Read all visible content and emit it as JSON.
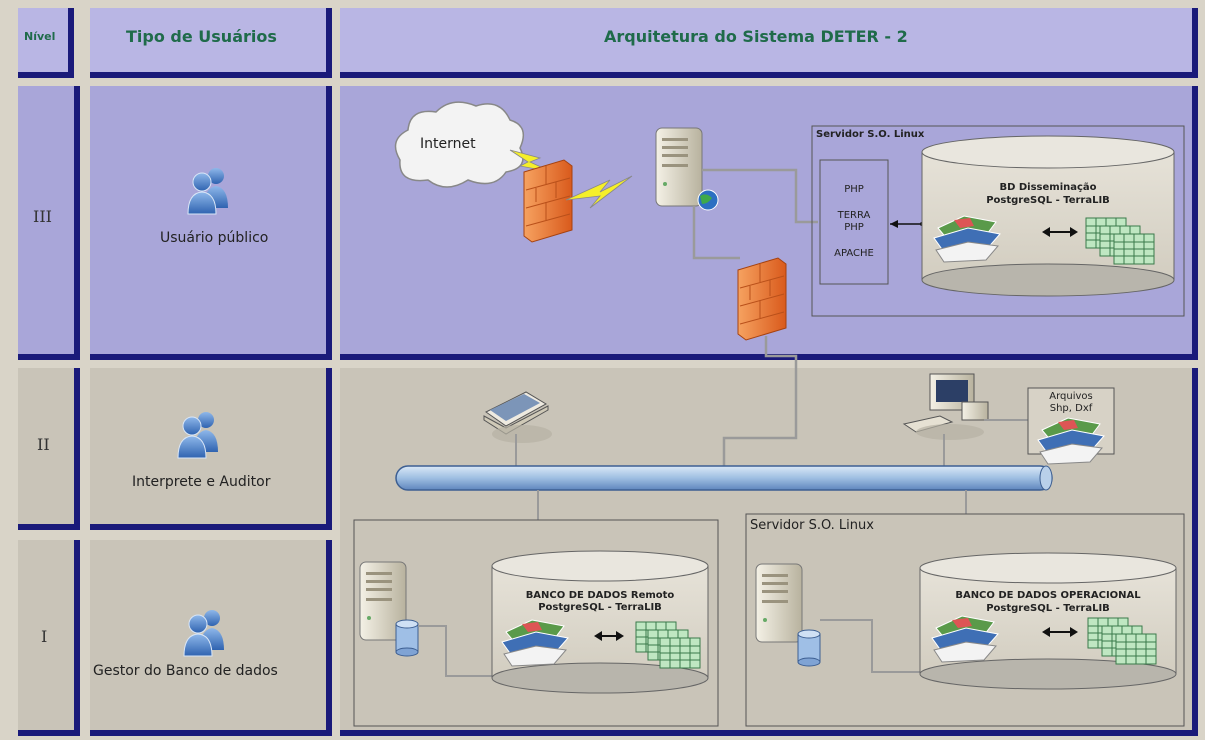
{
  "header": {
    "col_level": "Nível",
    "col_users": "Tipo de Usuários",
    "col_arch": "Arquitetura do Sistema DETER - 2"
  },
  "levels": [
    {
      "numeral": "III",
      "user": "Usuário público"
    },
    {
      "numeral": "II",
      "user": "Interprete e Auditor"
    },
    {
      "numeral": "I",
      "user": "Gestor do Banco de dados"
    }
  ],
  "level3": {
    "internet": "Internet",
    "server_title": "Servidor S.O. Linux",
    "stack": [
      "PHP",
      "TERRA",
      "PHP",
      "APACHE"
    ],
    "db_title": "BD Disseminação",
    "db_sub": "PostgreSQL - TerraLIB"
  },
  "level2": {
    "files_line1": "Arquivos",
    "files_line2": "Shp, Dxf"
  },
  "level1": {
    "remote_db_title": "BANCO DE DADOS Remoto",
    "remote_db_sub": "PostgreSQL - TerraLIB",
    "server_title": "Servidor S.O. Linux",
    "op_db_title": "BANCO DE DADOS OPERACIONAL",
    "op_db_sub": "PostgreSQL - TerraLIB"
  },
  "colors": {
    "header_bg": "#b9b6e4",
    "level3_bg": "#a9a6d9",
    "grey_bg": "#c9c4b8",
    "border": "#1a1a7a",
    "header_text": "#1f6b4a",
    "firewall": "#e8732a"
  }
}
